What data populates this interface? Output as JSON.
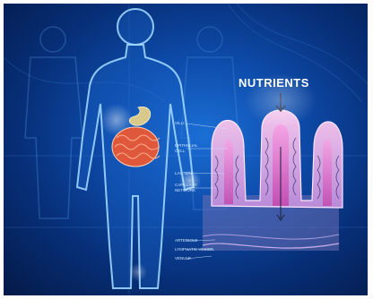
{
  "illustration": {
    "title": "NUTRIENTS",
    "labels": {
      "villi": "VILLI",
      "epithelial": "EPITHELIAL",
      "epithelial_2": "CELL",
      "lacteal": "LACTEAL",
      "capillary": "CAPILLARY",
      "capillary_2": "NETWORK",
      "arteriole": "ARTERIOLE",
      "lymphatic": "LYMPHATIC VESSEL",
      "venule": "VENULE"
    }
  },
  "colors": {
    "background": "#0d4aa8",
    "silhouette_glow": "#7fc8ff",
    "villus": "#e59bd6",
    "lacteal": "#c84ab6",
    "stomach": "#d8c98a",
    "intestine": "#e0583c"
  }
}
